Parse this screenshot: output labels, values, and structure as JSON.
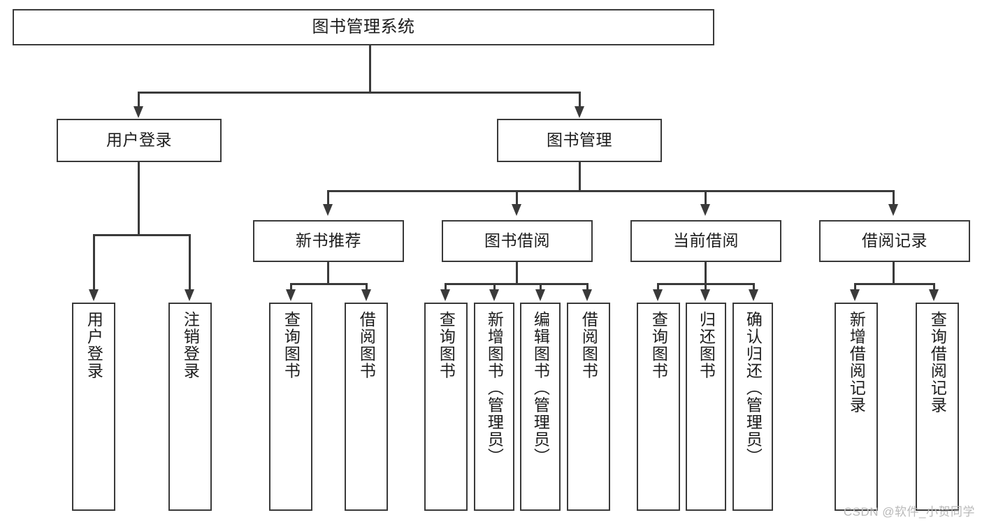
{
  "diagram": {
    "title": "图书管理系统",
    "type": "tree-hierarchy",
    "root": {
      "label": "图书管理系统"
    },
    "level2": [
      {
        "label": "用户登录"
      },
      {
        "label": "图书管理"
      }
    ],
    "level3": [
      {
        "label": "新书推荐"
      },
      {
        "label": "图书借阅"
      },
      {
        "label": "当前借阅"
      },
      {
        "label": "借阅记录"
      }
    ],
    "leaves": {
      "user_login": [
        {
          "label": "用户登录"
        },
        {
          "label": "注销登录"
        }
      ],
      "new_book_recommend": [
        {
          "label": "查询图书"
        },
        {
          "label": "借阅图书"
        }
      ],
      "book_borrow": [
        {
          "label": "查询图书"
        },
        {
          "label": "新增图书（管理员）"
        },
        {
          "label": "编辑图书（管理员）"
        },
        {
          "label": "借阅图书"
        }
      ],
      "current_borrow": [
        {
          "label": "查询图书"
        },
        {
          "label": "归还图书"
        },
        {
          "label": "确认归还（管理员）"
        }
      ],
      "borrow_record": [
        {
          "label": "新增借阅记录"
        },
        {
          "label": "查询借阅记录"
        }
      ]
    }
  },
  "watermark": {
    "text": "CSDN @软件_小贺同学"
  },
  "colors": {
    "stroke": "#3a3a3a",
    "text": "#1c1c1c",
    "background": "#ffffff",
    "watermark": "#b9b9b9"
  }
}
